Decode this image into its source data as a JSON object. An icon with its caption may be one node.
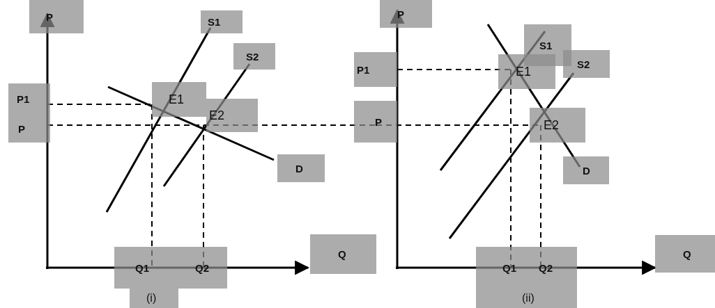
{
  "diagram": {
    "labels": [
      "P",
      "S1",
      "S2",
      "P1",
      "E1",
      "P",
      "E2",
      "D",
      "Q",
      "Q1",
      "Q2",
      "(i)",
      "P",
      "S1",
      "P1",
      "E1",
      "S2",
      "P",
      "E2",
      "D",
      "Q",
      "Q1",
      "Q2",
      "(ii)"
    ]
  }
}
